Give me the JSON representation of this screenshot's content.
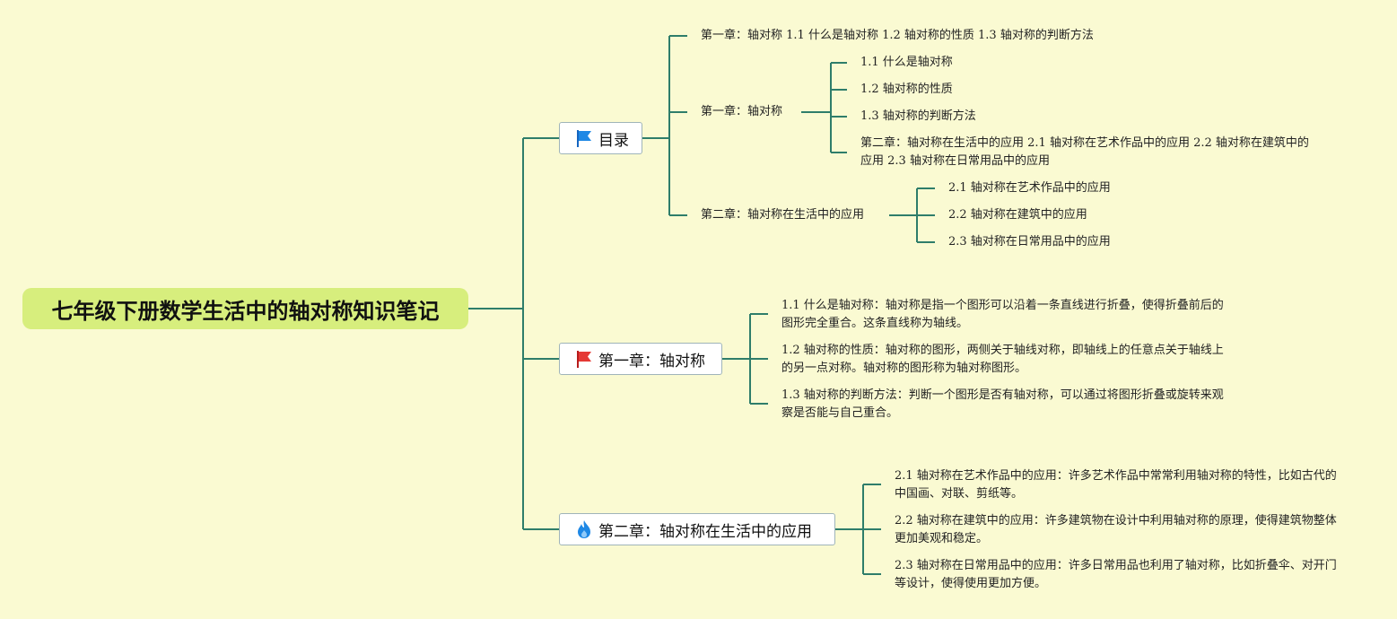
{
  "root": {
    "title": "七年级下册数学生活中的轴对称知识笔记"
  },
  "toc": {
    "label": "目录",
    "icon": "blue-flag-icon",
    "line1": "第一章：轴对称 1.1 什么是轴对称 1.2 轴对称的性质 1.3 轴对称的判断方法",
    "ch1": {
      "label": "第一章：轴对称",
      "items": [
        "1.1 什么是轴对称",
        "1.2 轴对称的性质",
        "1.3 轴对称的判断方法"
      ],
      "summary": "第二章：轴对称在生活中的应用 2.1 轴对称在艺术作品中的应用 2.2 轴对称在建筑中的应用 2.3 轴对称在日常用品中的应用"
    },
    "ch2": {
      "label": "第二章：轴对称在生活中的应用",
      "items": [
        "2.1 轴对称在艺术作品中的应用",
        "2.2 轴对称在建筑中的应用",
        "2.3 轴对称在日常用品中的应用"
      ]
    }
  },
  "chapter1": {
    "label": "第一章：轴对称",
    "icon": "red-flag-icon",
    "items": [
      "1.1 什么是轴对称：轴对称是指一个图形可以沿着一条直线进行折叠，使得折叠前后的图形完全重合。这条直线称为轴线。",
      "1.2 轴对称的性质：轴对称的图形，两侧关于轴线对称，即轴线上的任意点关于轴线上的另一点对称。轴对称的图形称为轴对称图形。",
      "1.3 轴对称的判断方法：判断一个图形是否有轴对称，可以通过将图形折叠或旋转来观察是否能与自己重合。"
    ]
  },
  "chapter2": {
    "label": "第二章：轴对称在生活中的应用",
    "icon": "fire-icon",
    "items": [
      "2.1 轴对称在艺术作品中的应用：许多艺术作品中常常利用轴对称的特性，比如古代的中国画、对联、剪纸等。",
      "2.2 轴对称在建筑中的应用：许多建筑物在设计中利用轴对称的原理，使得建筑物整体更加美观和稳定。",
      "2.3 轴对称在日常用品中的应用：许多日常用品也利用了轴对称，比如折叠伞、对开门等设计，使得使用更加方便。"
    ]
  },
  "colors": {
    "background": "#fafad2",
    "root": "#d7ee7d",
    "connector": "#2e7d6a",
    "flag_blue": "#1e88e5",
    "flag_red": "#e53935"
  }
}
